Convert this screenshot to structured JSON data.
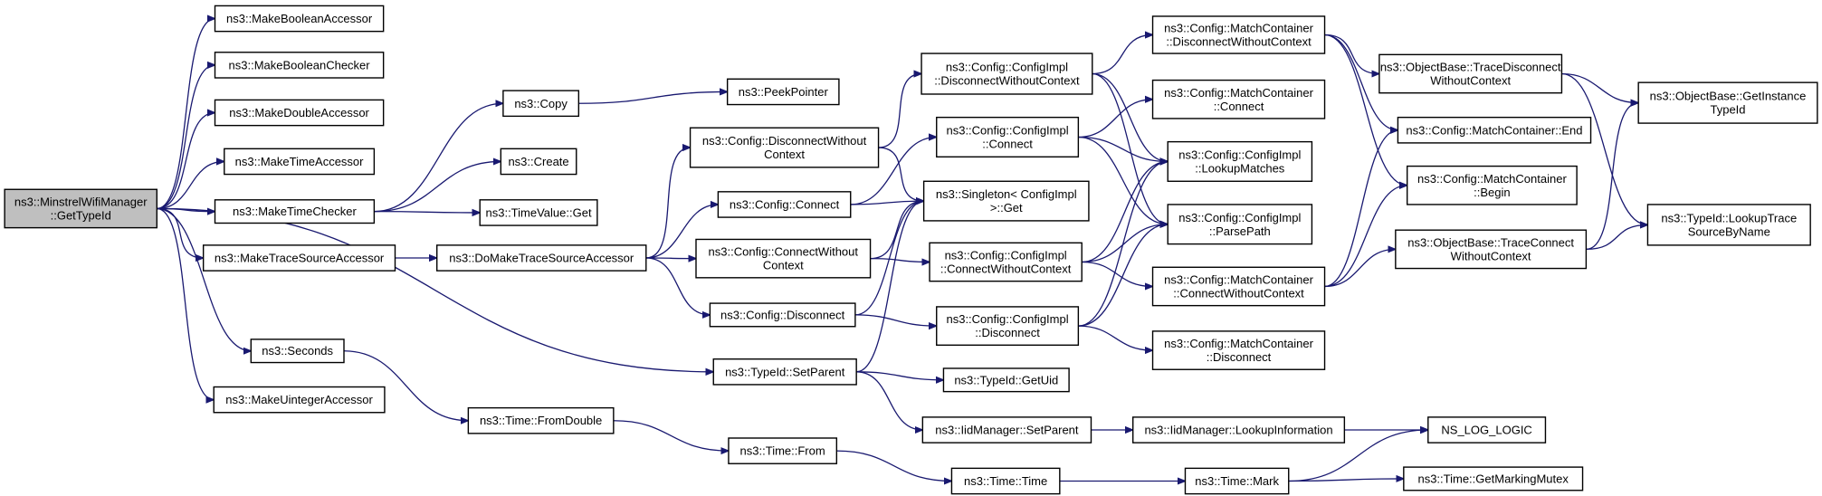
{
  "diagram": {
    "type": "call-graph",
    "colors": {
      "edge": "#191970",
      "node_border": "#000000",
      "node_fill": "#ffffff",
      "root_fill": "#bfbfbf"
    },
    "nodes": [
      {
        "id": "root",
        "lines": [
          "ns3::MinstrelWifiManager",
          "::GetTypeId"
        ]
      },
      {
        "id": "mba",
        "lines": [
          "ns3::MakeBooleanAccessor"
        ]
      },
      {
        "id": "mbc",
        "lines": [
          "ns3::MakeBooleanChecker"
        ]
      },
      {
        "id": "mda",
        "lines": [
          "ns3::MakeDoubleAccessor"
        ]
      },
      {
        "id": "mta",
        "lines": [
          "ns3::MakeTimeAccessor"
        ]
      },
      {
        "id": "mtc",
        "lines": [
          "ns3::MakeTimeChecker"
        ]
      },
      {
        "id": "mtsa",
        "lines": [
          "ns3::MakeTraceSourceAccessor"
        ]
      },
      {
        "id": "sec",
        "lines": [
          "ns3::Seconds"
        ]
      },
      {
        "id": "mua",
        "lines": [
          "ns3::MakeUintegerAccessor"
        ]
      },
      {
        "id": "copy",
        "lines": [
          "ns3::Copy"
        ]
      },
      {
        "id": "create",
        "lines": [
          "ns3::Create"
        ]
      },
      {
        "id": "tvget",
        "lines": [
          "ns3::TimeValue::Get"
        ]
      },
      {
        "id": "dmtsa",
        "lines": [
          "ns3::DoMakeTraceSourceAccessor"
        ]
      },
      {
        "id": "tfd",
        "lines": [
          "ns3::Time::FromDouble"
        ]
      },
      {
        "id": "peek",
        "lines": [
          "ns3::PeekPointer"
        ]
      },
      {
        "id": "cdwc",
        "lines": [
          "ns3::Config::DisconnectWithout",
          "Context"
        ]
      },
      {
        "id": "cc",
        "lines": [
          "ns3::Config::Connect"
        ]
      },
      {
        "id": "ccwc",
        "lines": [
          "ns3::Config::ConnectWithout",
          "Context"
        ]
      },
      {
        "id": "cd",
        "lines": [
          "ns3::Config::Disconnect"
        ]
      },
      {
        "id": "tisp",
        "lines": [
          "ns3::TypeId::SetParent"
        ]
      },
      {
        "id": "tfrom",
        "lines": [
          "ns3::Time::From"
        ]
      },
      {
        "id": "cidwc",
        "lines": [
          "ns3::Config::ConfigImpl",
          "::DisconnectWithoutContext"
        ]
      },
      {
        "id": "cic",
        "lines": [
          "ns3::Config::ConfigImpl",
          "::Connect"
        ]
      },
      {
        "id": "sing",
        "lines": [
          "ns3::Singleton< ConfigImpl",
          ">::Get"
        ]
      },
      {
        "id": "cicwc",
        "lines": [
          "ns3::Config::ConfigImpl",
          "::ConnectWithoutContext"
        ]
      },
      {
        "id": "cid",
        "lines": [
          "ns3::Config::ConfigImpl",
          "::Disconnect"
        ]
      },
      {
        "id": "tigu",
        "lines": [
          "ns3::TypeId::GetUid"
        ]
      },
      {
        "id": "iisp",
        "lines": [
          "ns3::IidManager::SetParent"
        ]
      },
      {
        "id": "ttime",
        "lines": [
          "ns3::Time::Time"
        ]
      },
      {
        "id": "cmcdwc",
        "lines": [
          "ns3::Config::MatchContainer",
          "::DisconnectWithoutContext"
        ]
      },
      {
        "id": "cmcc",
        "lines": [
          "ns3::Config::MatchContainer",
          "::Connect"
        ]
      },
      {
        "id": "cilm",
        "lines": [
          "ns3::Config::ConfigImpl",
          "::LookupMatches"
        ]
      },
      {
        "id": "cipp",
        "lines": [
          "ns3::Config::ConfigImpl",
          "::ParsePath"
        ]
      },
      {
        "id": "cmccwc",
        "lines": [
          "ns3::Config::MatchContainer",
          "::ConnectWithoutContext"
        ]
      },
      {
        "id": "cmcd",
        "lines": [
          "ns3::Config::MatchContainer",
          "::Disconnect"
        ]
      },
      {
        "id": "iili",
        "lines": [
          "ns3::IidManager::LookupInformation"
        ]
      },
      {
        "id": "tmark",
        "lines": [
          "ns3::Time::Mark"
        ]
      },
      {
        "id": "obtdwc",
        "lines": [
          "ns3::ObjectBase::TraceDisconnect",
          "WithoutContext"
        ]
      },
      {
        "id": "cmce",
        "lines": [
          "ns3::Config::MatchContainer::End"
        ]
      },
      {
        "id": "cmcb",
        "lines": [
          "ns3::Config::MatchContainer",
          "::Begin"
        ]
      },
      {
        "id": "obtcwc",
        "lines": [
          "ns3::ObjectBase::TraceConnect",
          "WithoutContext"
        ]
      },
      {
        "id": "nll",
        "lines": [
          "NS_LOG_LOGIC"
        ]
      },
      {
        "id": "tgmm",
        "lines": [
          "ns3::Time::GetMarkingMutex"
        ]
      },
      {
        "id": "obgit",
        "lines": [
          "ns3::ObjectBase::GetInstance",
          "TypeId"
        ]
      },
      {
        "id": "tilt",
        "lines": [
          "ns3::TypeId::LookupTrace",
          "SourceByName"
        ]
      }
    ],
    "edges": [
      [
        "root",
        "mba"
      ],
      [
        "root",
        "mbc"
      ],
      [
        "root",
        "mda"
      ],
      [
        "root",
        "mta"
      ],
      [
        "root",
        "mtc"
      ],
      [
        "root",
        "mtsa"
      ],
      [
        "root",
        "sec"
      ],
      [
        "root",
        "mua"
      ],
      [
        "root",
        "tisp"
      ],
      [
        "mtc",
        "copy"
      ],
      [
        "mtc",
        "create"
      ],
      [
        "mtc",
        "tvget"
      ],
      [
        "copy",
        "peek"
      ],
      [
        "mtsa",
        "dmtsa"
      ],
      [
        "dmtsa",
        "cdwc"
      ],
      [
        "dmtsa",
        "cc"
      ],
      [
        "dmtsa",
        "ccwc"
      ],
      [
        "dmtsa",
        "cd"
      ],
      [
        "sec",
        "tfd"
      ],
      [
        "tfd",
        "tfrom"
      ],
      [
        "tfrom",
        "ttime"
      ],
      [
        "ttime",
        "tmark"
      ],
      [
        "cdwc",
        "cidwc"
      ],
      [
        "cdwc",
        "sing"
      ],
      [
        "cc",
        "cic"
      ],
      [
        "cc",
        "sing"
      ],
      [
        "ccwc",
        "sing"
      ],
      [
        "ccwc",
        "cicwc"
      ],
      [
        "cd",
        "sing"
      ],
      [
        "cd",
        "cid"
      ],
      [
        "tisp",
        "sing"
      ],
      [
        "tisp",
        "tigu"
      ],
      [
        "tisp",
        "iisp"
      ],
      [
        "iisp",
        "iili"
      ],
      [
        "iili",
        "nll"
      ],
      [
        "tmark",
        "nll"
      ],
      [
        "tmark",
        "tgmm"
      ],
      [
        "cidwc",
        "cmcdwc"
      ],
      [
        "cidwc",
        "cilm"
      ],
      [
        "cidwc",
        "cipp"
      ],
      [
        "cic",
        "cmcc"
      ],
      [
        "cic",
        "cilm"
      ],
      [
        "cic",
        "cipp"
      ],
      [
        "cicwc",
        "cilm"
      ],
      [
        "cicwc",
        "cipp"
      ],
      [
        "cicwc",
        "cmccwc"
      ],
      [
        "cid",
        "cilm"
      ],
      [
        "cid",
        "cipp"
      ],
      [
        "cid",
        "cmcd"
      ],
      [
        "cmcdwc",
        "obtdwc"
      ],
      [
        "cmcdwc",
        "cmce"
      ],
      [
        "cmcdwc",
        "cmcb"
      ],
      [
        "cmccwc",
        "cmce"
      ],
      [
        "cmccwc",
        "cmcb"
      ],
      [
        "cmccwc",
        "obtcwc"
      ],
      [
        "obtdwc",
        "obgit"
      ],
      [
        "obtdwc",
        "tilt"
      ],
      [
        "obtcwc",
        "obgit"
      ],
      [
        "obtcwc",
        "tilt"
      ]
    ]
  }
}
